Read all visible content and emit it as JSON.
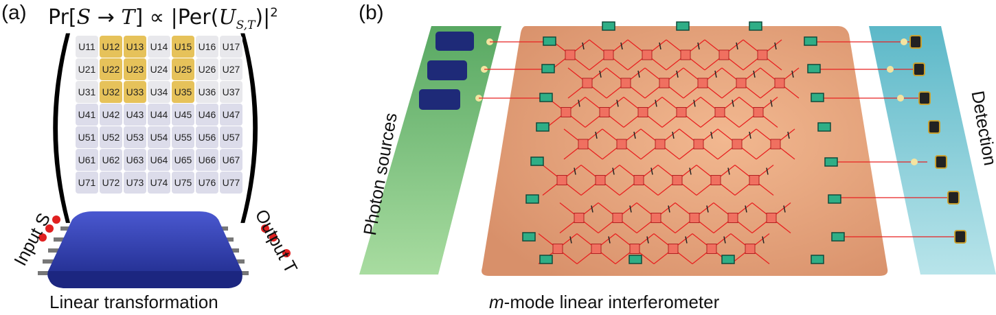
{
  "panel_a": {
    "label": "(a)",
    "formula": {
      "pr": "Pr",
      "s": "S",
      "arrow": "→",
      "t": "T",
      "prop": "∝",
      "per": "Per",
      "u": "U",
      "sub": "S,T",
      "sup": "2"
    },
    "matrix_rows": [
      [
        "U11",
        "U12",
        "U13",
        "U14",
        "U15",
        "U16",
        "U17"
      ],
      [
        "U21",
        "U22",
        "U23",
        "U24",
        "U25",
        "U26",
        "U27"
      ],
      [
        "U31",
        "U32",
        "U33",
        "U34",
        "U35",
        "U36",
        "U37"
      ],
      [
        "U41",
        "U42",
        "U43",
        "U44",
        "U45",
        "U46",
        "U47"
      ],
      [
        "U51",
        "U52",
        "U53",
        "U54",
        "U55",
        "U56",
        "U57"
      ],
      [
        "U61",
        "U62",
        "U63",
        "U64",
        "U65",
        "U66",
        "U67"
      ],
      [
        "U71",
        "U72",
        "U73",
        "U74",
        "U75",
        "U76",
        "U77"
      ]
    ],
    "highlighted_rows": [
      0,
      1,
      2
    ],
    "highlighted_cols": [
      1,
      2,
      4
    ],
    "input_label": "Input S",
    "output_label": "Output T",
    "caption": "Linear transformation",
    "colors": {
      "device": "#2d3aa8",
      "dot": "#e02020",
      "highlight": "#e6c25a"
    }
  },
  "panel_b": {
    "label": "(b)",
    "source_label": "Photon sources",
    "detection_label": "Detection",
    "caption_italic": "m",
    "caption_rest": "-mode linear interferometer",
    "colors": {
      "sources_band": "#7fc98a",
      "detection_band": "#8fd2dc",
      "table": "#e8a070",
      "beam": "#e82020"
    }
  }
}
